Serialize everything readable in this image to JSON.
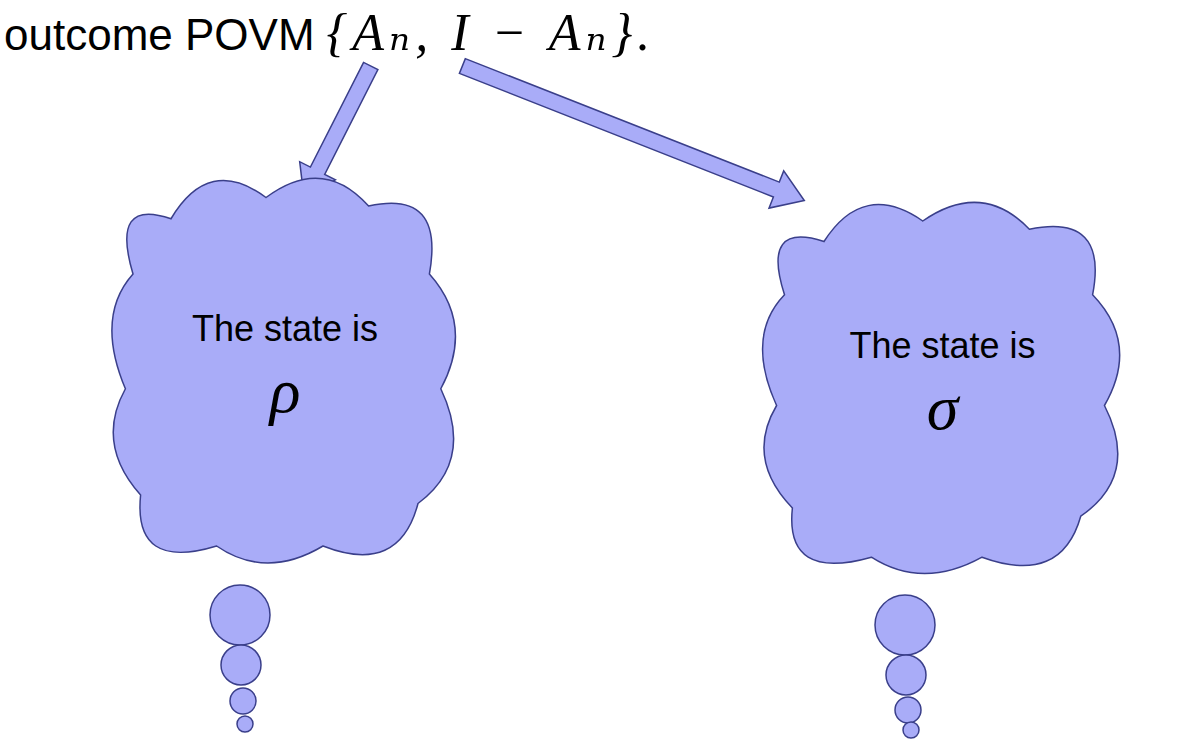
{
  "diagram": {
    "nodes": [
      {
        "text": [
          "outcome POVM",
          "{Aₙ, I − Aₙ}."
        ]
      },
      {
        "text": [
          "The state is",
          "ρ"
        ]
      },
      {
        "text": [
          "The state is",
          "σ"
        ]
      }
    ],
    "edges": [
      {
        "from": 0,
        "to": 1,
        "arrow": "to"
      },
      {
        "from": 0,
        "to": 2,
        "arrow": "to"
      }
    ]
  }
}
